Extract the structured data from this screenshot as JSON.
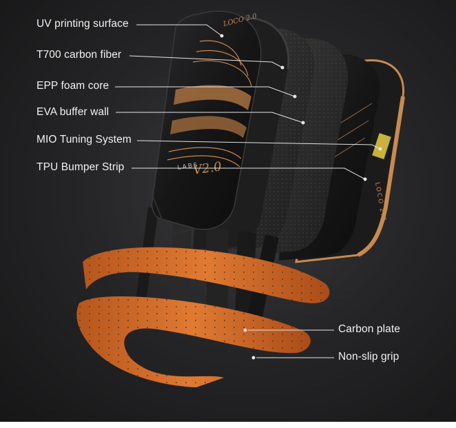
{
  "paddle": {
    "brand_mark": "LOCO 2.0",
    "series_mark": "LABS",
    "version_mark": "V2.0",
    "edge_mark": "LOCO 2.0"
  },
  "layers": [
    {
      "label": "UV printing surface"
    },
    {
      "label": "T700 carbon fiber"
    },
    {
      "label": "EPP foam core"
    },
    {
      "label": "EVA buffer wall"
    },
    {
      "label": "MIO Tuning System"
    },
    {
      "label": "TPU Bumper Strip"
    }
  ],
  "parts": [
    {
      "label": "Carbon plate"
    },
    {
      "label": "Non-slip grip"
    }
  ],
  "colors": {
    "background": "#262628",
    "paddle_body": "#141414",
    "foam": "#2a2a2a",
    "accent_copper": "#c98a4f",
    "grip_orange": "#cf6a2a",
    "mio_block": "#c8b23a",
    "leader_line": "#e6e6e6"
  }
}
